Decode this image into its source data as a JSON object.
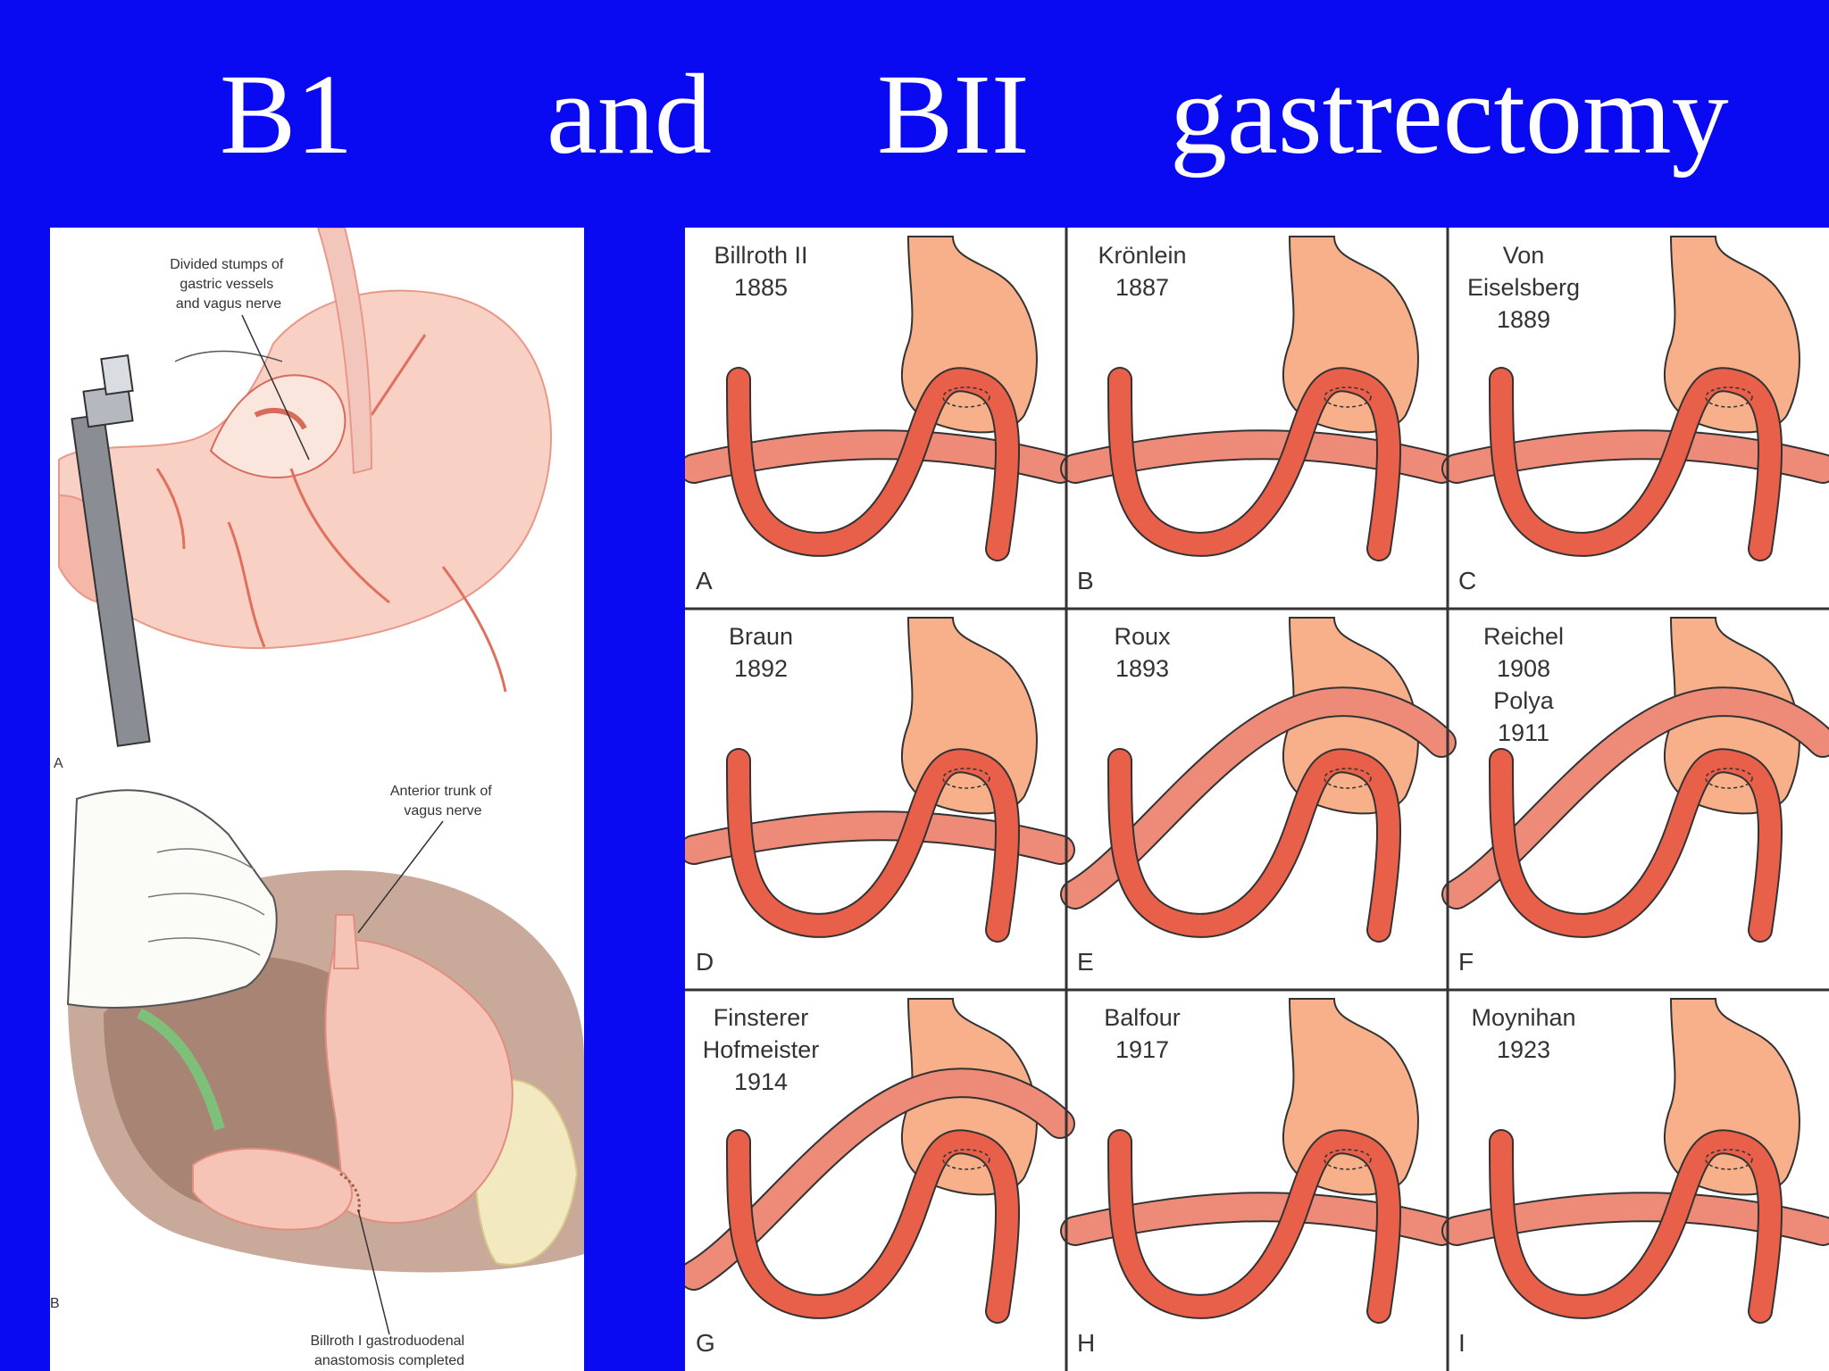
{
  "title": {
    "w1": "B1",
    "w2": "and",
    "w3": "BII",
    "w4": "gastrectomy"
  },
  "left": {
    "fig_a": {
      "label": "A",
      "callout": [
        "Divided stumps of",
        "gastric vessels",
        "and vagus nerve"
      ]
    },
    "fig_b": {
      "label": "B",
      "callout_top": [
        "Anterior trunk of",
        "vagus nerve"
      ],
      "callout_bottom": [
        "Billroth I gastroduodenal",
        "anastomosis completed"
      ]
    }
  },
  "variants": [
    {
      "letter": "A",
      "name_lines": [
        "Billroth II",
        "1885"
      ]
    },
    {
      "letter": "B",
      "name_lines": [
        "Krönlein",
        "1887"
      ]
    },
    {
      "letter": "C",
      "name_lines": [
        "Von",
        "Eiselsberg",
        "1889"
      ]
    },
    {
      "letter": "D",
      "name_lines": [
        "Braun",
        "1892"
      ]
    },
    {
      "letter": "E",
      "name_lines": [
        "Roux",
        "1893"
      ]
    },
    {
      "letter": "F",
      "name_lines": [
        "Reichel",
        "1908",
        "Polya",
        "1911"
      ]
    },
    {
      "letter": "G",
      "name_lines": [
        "Finsterer",
        "Hofmeister",
        "1914"
      ]
    },
    {
      "letter": "H",
      "name_lines": [
        "Balfour",
        "1917"
      ]
    },
    {
      "letter": "I",
      "name_lines": [
        "Moynihan",
        "1923"
      ]
    }
  ],
  "colors": {
    "background": "#0a0af2",
    "stomach": "#f7b08a",
    "intestine": "#e8604a",
    "colon": "#ee8a78"
  }
}
